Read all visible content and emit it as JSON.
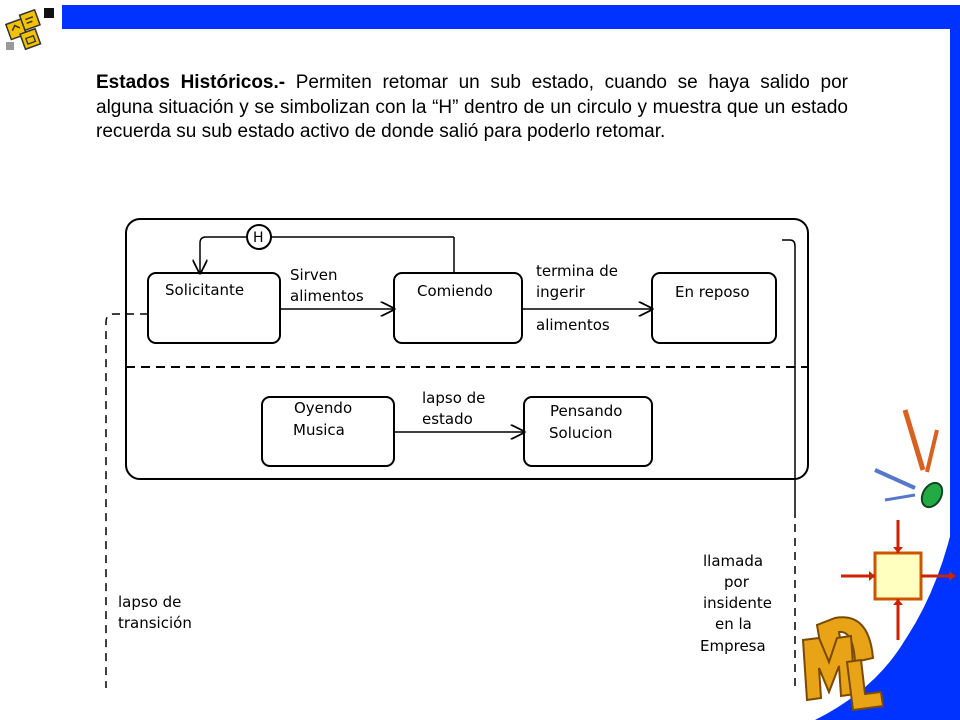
{
  "paragraph": {
    "heading": "Estados Históricos.-",
    "body": " Permiten retomar un sub estado, cuando se haya salido por alguna situación y se simbolizan con la “H” dentro de un circulo y muestra que un estado recuerda su sub estado activo de donde salió para poderlo retomar."
  },
  "diagram": {
    "history_symbol": "H",
    "states": {
      "solicitante": "Solicitante",
      "comiendo": "Comiendo",
      "en_reposo": "En reposo",
      "oyendo_line1": "Oyendo",
      "oyendo_line2": "Musica",
      "pensando_line1": "Pensando",
      "pensando_line2": "Solucion"
    },
    "transitions": {
      "sirven_line1": "Sirven",
      "sirven_line2": "alimentos",
      "termina_line1": "termina de",
      "termina_line2": "ingerir",
      "termina_line3": "alimentos",
      "lapso_estado_line1": "lapso de",
      "lapso_estado_line2": "estado",
      "lapso_transicion_line1": "lapso de",
      "lapso_transicion_line2": "transición",
      "llamada_line1": "llamada",
      "llamada_line2": "por",
      "llamada_line3": "insidente",
      "llamada_line4": "en la",
      "llamada_line5": "Empresa"
    }
  },
  "decoration": {
    "uml_letters": "UML",
    "colors": {
      "frame_blue": "#0033ff",
      "uml_orange": "#e8a317",
      "box_yellow": "#ffffc0",
      "arrow_red": "#cc2200"
    }
  }
}
